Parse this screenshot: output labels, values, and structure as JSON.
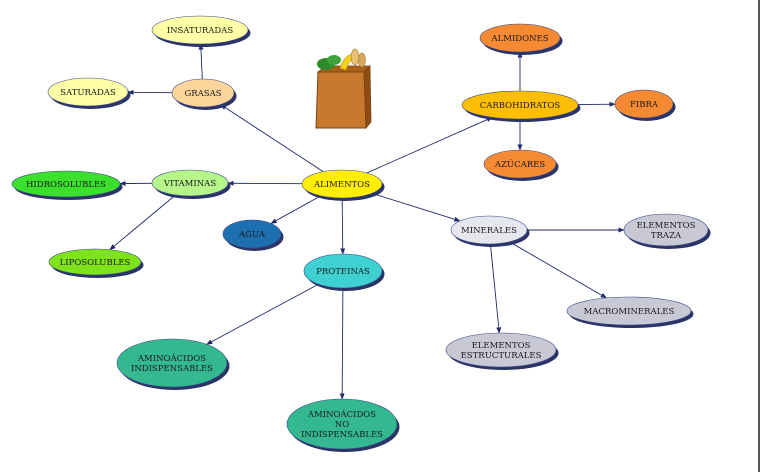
{
  "diagram": {
    "nodes": {
      "alimentos": {
        "lines": [
          "ALIMENTOS"
        ],
        "color": "#ffee00"
      },
      "grasas": {
        "lines": [
          "GRASAS"
        ],
        "color": "#fbd59a"
      },
      "insaturadas": {
        "lines": [
          "INSATURADAS"
        ],
        "color": "#ffffa8"
      },
      "saturadas": {
        "lines": [
          "SATURADAS"
        ],
        "color": "#ffffa8"
      },
      "vitaminas": {
        "lines": [
          "VITAMINAS"
        ],
        "color": "#b6f58a"
      },
      "hidrosolubles": {
        "lines": [
          "HIDROSOLUBLES"
        ],
        "color": "#3be02c"
      },
      "liposolubles": {
        "lines": [
          "LIPOSOLUBLES"
        ],
        "color": "#7fe31b"
      },
      "agua": {
        "lines": [
          "AGUA"
        ],
        "color": "#1d6fb0"
      },
      "proteinas": {
        "lines": [
          "PROTEINAS"
        ],
        "color": "#3fd1d1"
      },
      "aminoacidos_ind": {
        "lines": [
          "AMINOÁCIDOS",
          "INDISPENSABLES"
        ],
        "color": "#33b88f"
      },
      "aminoacidos_no": {
        "lines": [
          "AMINOÁCIDOS",
          "NO",
          "INDISPENSABLES"
        ],
        "color": "#33b88f"
      },
      "carbohidratos": {
        "lines": [
          "CARBOHIDRATOS"
        ],
        "color": "#ffbf00"
      },
      "almidones": {
        "lines": [
          "ALMIDONES"
        ],
        "color": "#f58a32"
      },
      "fibra": {
        "lines": [
          "FIBRA"
        ],
        "color": "#f58a32"
      },
      "azucares": {
        "lines": [
          "AZÚCARES"
        ],
        "color": "#f58a32"
      },
      "minerales": {
        "lines": [
          "MINERALES"
        ],
        "color": "#e6e6ee"
      },
      "elementos_traza": {
        "lines": [
          "ELEMENTOS",
          "TRAZA"
        ],
        "color": "#c9c9d6"
      },
      "macrominerales": {
        "lines": [
          "MACROMINERALES"
        ],
        "color": "#c9c9d6"
      },
      "elementos_estr": {
        "lines": [
          "ELEMENTOS",
          "ESTRUCTURALES"
        ],
        "color": "#c9c9d6"
      }
    },
    "edges": [
      [
        "alimentos",
        "grasas"
      ],
      [
        "grasas",
        "insaturadas"
      ],
      [
        "grasas",
        "saturadas"
      ],
      [
        "alimentos",
        "vitaminas"
      ],
      [
        "vitaminas",
        "hidrosolubles"
      ],
      [
        "vitaminas",
        "liposolubles"
      ],
      [
        "alimentos",
        "agua"
      ],
      [
        "alimentos",
        "proteinas"
      ],
      [
        "proteinas",
        "aminoacidos_ind"
      ],
      [
        "proteinas",
        "aminoacidos_no"
      ],
      [
        "alimentos",
        "carbohidratos"
      ],
      [
        "carbohidratos",
        "almidones"
      ],
      [
        "carbohidratos",
        "fibra"
      ],
      [
        "carbohidratos",
        "azucares"
      ],
      [
        "alimentos",
        "minerales"
      ],
      [
        "minerales",
        "elementos_traza"
      ],
      [
        "minerales",
        "macrominerales"
      ],
      [
        "minerales",
        "elementos_estr"
      ]
    ],
    "icon": "grocery-bag-icon",
    "line_color": "#1f2a6b",
    "outline_color": "#3a4a8a"
  }
}
